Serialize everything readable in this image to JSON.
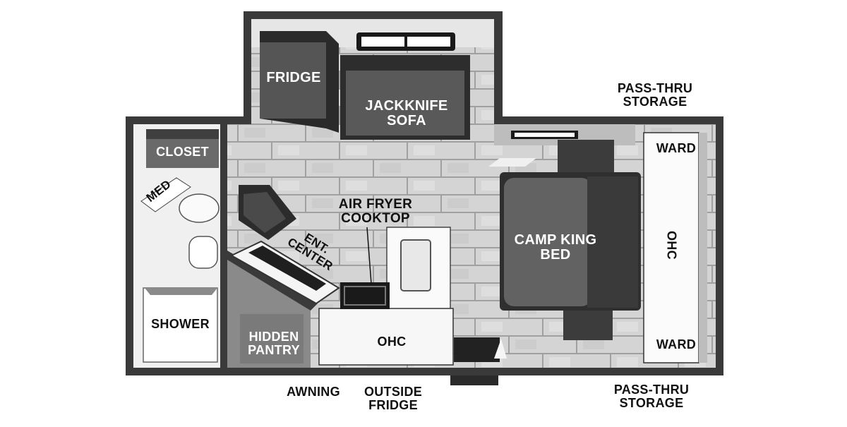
{
  "floorplan": {
    "colors": {
      "wall": "#3a3a3a",
      "floor_tile": "#d6d6d6",
      "floor_grout": "#9a9a9a",
      "cabinet_white": "#f2f2f2",
      "upholstery": "#595959",
      "dark_furniture": "#262626",
      "text_dark": "#111111",
      "text_light": "#ffffff"
    },
    "labels": {
      "fridge": "FRIDGE",
      "jackknife_sofa": "JACKKNIFE\nSOFA",
      "pass_thru_storage_top": "PASS-THRU\nSTORAGE",
      "closet": "CLOSET",
      "med": "MED",
      "ward_top": "WARD",
      "air_fryer_cooktop": "AIR FRYER\nCOOKTOP",
      "ent_center": "ENT.\nCENTER",
      "camp_king_bed": "CAMP KING\nBED",
      "ohc_right": "OHC",
      "shower": "SHOWER",
      "hidden_pantry": "HIDDEN\nPANTRY",
      "ohc_bottom": "OHC",
      "ward_bottom": "WARD",
      "awning": "AWNING",
      "outside_fridge": "OUTSIDE\nFRIDGE",
      "pass_thru_storage_bottom": "PASS-THRU\nSTORAGE"
    }
  }
}
